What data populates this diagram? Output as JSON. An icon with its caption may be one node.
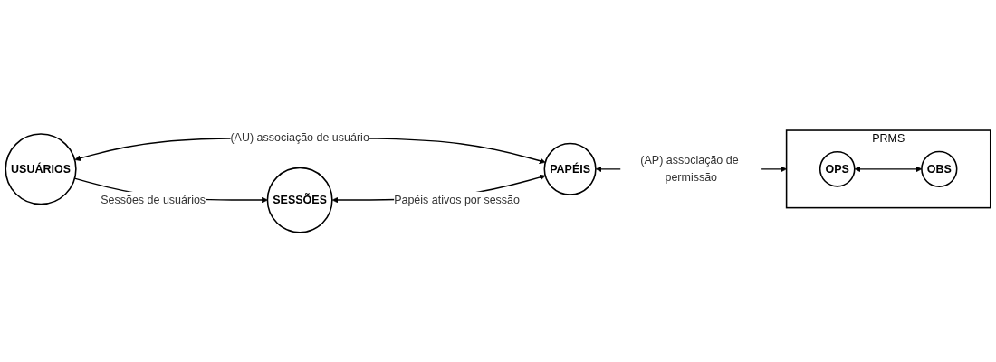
{
  "diagram": {
    "nodes": [
      {
        "text": [
          "USUÁRIOS"
        ]
      },
      {
        "text": [
          "PAPÉIS"
        ]
      },
      {
        "text": [
          "PRMS"
        ]
      },
      {
        "text": [
          "OPS"
        ],
        "in": 2
      },
      {
        "text": [
          "OBS"
        ],
        "in": 2
      },
      {
        "text": [
          "SESSÕES"
        ]
      }
    ],
    "edges": [
      {
        "from": 0,
        "to": 1,
        "arrow": "both",
        "label": "(AU) associação de usuário"
      },
      {
        "from": 1,
        "to": 2,
        "arrow": "both",
        "label": "(AP) associação de permissão"
      },
      {
        "from": 3,
        "to": 4,
        "arrow": "both"
      },
      {
        "from": 0,
        "to": 5,
        "arrow": "to",
        "label": "Sessões de usuários"
      },
      {
        "from": 5,
        "to": 1,
        "arrow": "both",
        "label": "Papéis ativos por sessão"
      }
    ]
  }
}
